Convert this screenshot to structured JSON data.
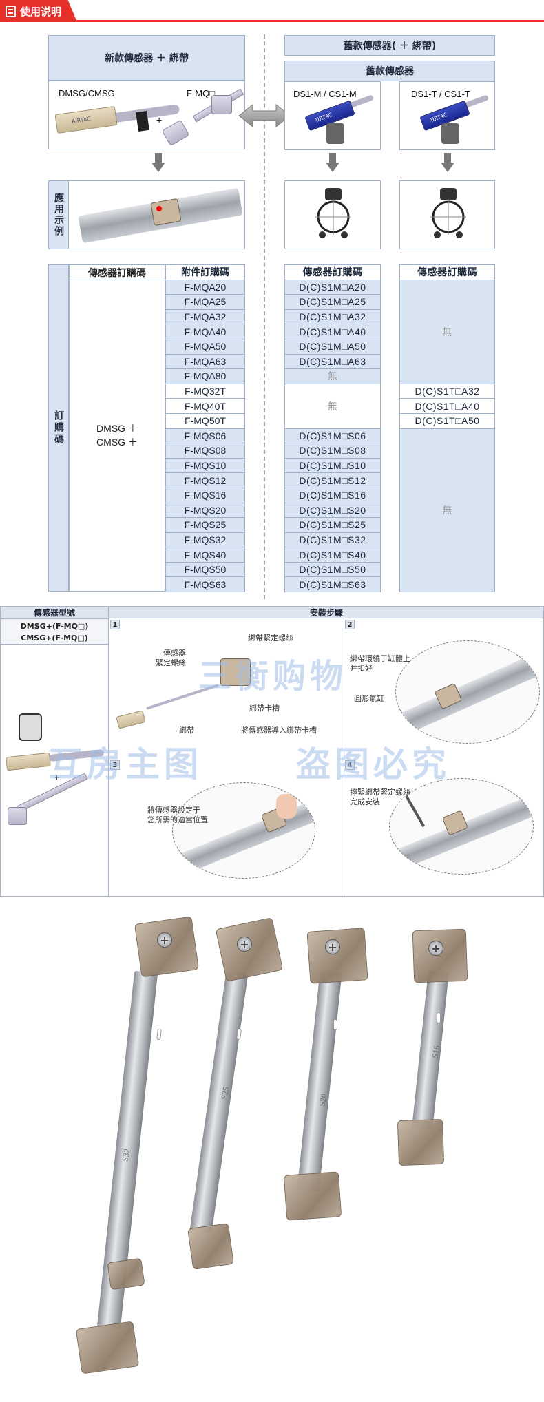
{
  "header": {
    "title": "使用说明"
  },
  "new_section": {
    "title": "新款傳感器 ＋ 綁帶",
    "sensor_label": "DMSG/CMSG",
    "bracket_label": "F-MQ□",
    "plus": "+",
    "usage_label": "應用示例"
  },
  "old_section": {
    "title": "舊款傳感器( ＋ 綁帶)",
    "subtitle": "舊款傳感器",
    "m_label": "DS1-M / CS1-M",
    "t_label": "DS1-T / CS1-T",
    "sensor_mark": "AIRTAC"
  },
  "order_table": {
    "side_label": "訂購碼",
    "col_sensor": "傳感器訂購碼",
    "col_accessory": "附件訂購碼",
    "sensor_code": "DMSG ＋\nCMSG ＋",
    "accessories": [
      "F-MQA20",
      "F-MQA25",
      "F-MQA32",
      "F-MQA40",
      "F-MQA50",
      "F-MQA63",
      "F-MQA80",
      "F-MQ32T",
      "F-MQ40T",
      "F-MQ50T",
      "F-MQS06",
      "F-MQS08",
      "F-MQS10",
      "F-MQS12",
      "F-MQS16",
      "F-MQS20",
      "F-MQS25",
      "F-MQS32",
      "F-MQS40",
      "F-MQS50",
      "F-MQS63"
    ]
  },
  "m_table": {
    "header": "傳感器訂購碼",
    "codes": [
      "D(C)S1M□A20",
      "D(C)S1M□A25",
      "D(C)S1M□A32",
      "D(C)S1M□A40",
      "D(C)S1M□A50",
      "D(C)S1M□A63"
    ],
    "none_a80": "無",
    "none_t": "無",
    "codes_s": [
      "D(C)S1M□S06",
      "D(C)S1M□S08",
      "D(C)S1M□S10",
      "D(C)S1M□S12",
      "D(C)S1M□S16",
      "D(C)S1M□S20",
      "D(C)S1M□S25",
      "D(C)S1M□S32",
      "D(C)S1M□S40",
      "D(C)S1M□S50",
      "D(C)S1M□S63"
    ]
  },
  "t_table": {
    "header": "傳感器訂購碼",
    "none_top": "無",
    "codes": [
      "D(C)S1T□A32",
      "D(C)S1T□A40",
      "D(C)S1T□A50"
    ],
    "none_bottom": "無"
  },
  "install": {
    "model_header": "傳感器型號",
    "steps_header": "安裝步驟",
    "models": [
      "DMSG+(F-MQ□)",
      "CMSG+(F-MQ□)"
    ],
    "plus": "+",
    "steps": [
      {
        "num": "1",
        "notes": {
          "sensor_screw": "傳感器\n緊定螺絲",
          "band_screw": "綁帶緊定螺絲",
          "band_slot": "綁帶卡槽",
          "band": "綁帶",
          "guide": "將傳感器導入綁帶卡槽"
        }
      },
      {
        "num": "2",
        "notes": {
          "wrap": "綁帶環繞于缸體上\n并扣好",
          "cylinder": "圓形氣缸"
        }
      },
      {
        "num": "3",
        "notes": {
          "set": "將傳感器設定于\n您所需的適當位置"
        }
      },
      {
        "num": "4",
        "notes": {
          "tighten": "擰緊綁帶緊定螺絲\n完成安裝"
        }
      }
    ]
  },
  "watermarks": {
    "top": "三衡购物",
    "left": "互房主图",
    "right": "盗图必究"
  },
  "straps": {
    "stamps": [
      "S32",
      "S25",
      "S20",
      "S16"
    ]
  },
  "colors": {
    "accent": "#e8302b",
    "header_blue": "#d9e4f3",
    "border": "#9fb0c8"
  }
}
